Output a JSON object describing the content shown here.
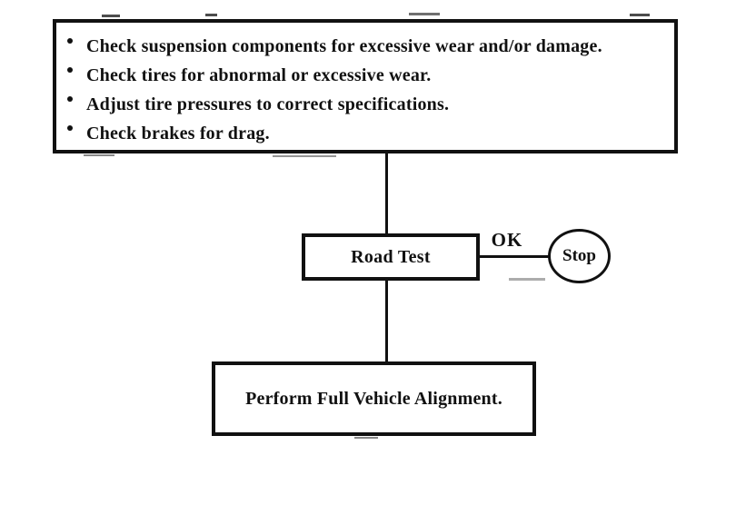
{
  "page": {
    "ink_color": "#111111",
    "background_color": "#ffffff"
  },
  "checklist": {
    "bullet_char": "•",
    "items": [
      "Check suspension components for excessive wear and/or damage.",
      "Check tires for abnormal or excessive wear.",
      "Adjust tire pressures to correct specifications.",
      "Check brakes for drag."
    ]
  },
  "flow": {
    "road_test_label": "Road Test",
    "ok_label": "OK",
    "stop_label": "Stop",
    "alignment_label": "Perform Full Vehicle Alignment."
  }
}
